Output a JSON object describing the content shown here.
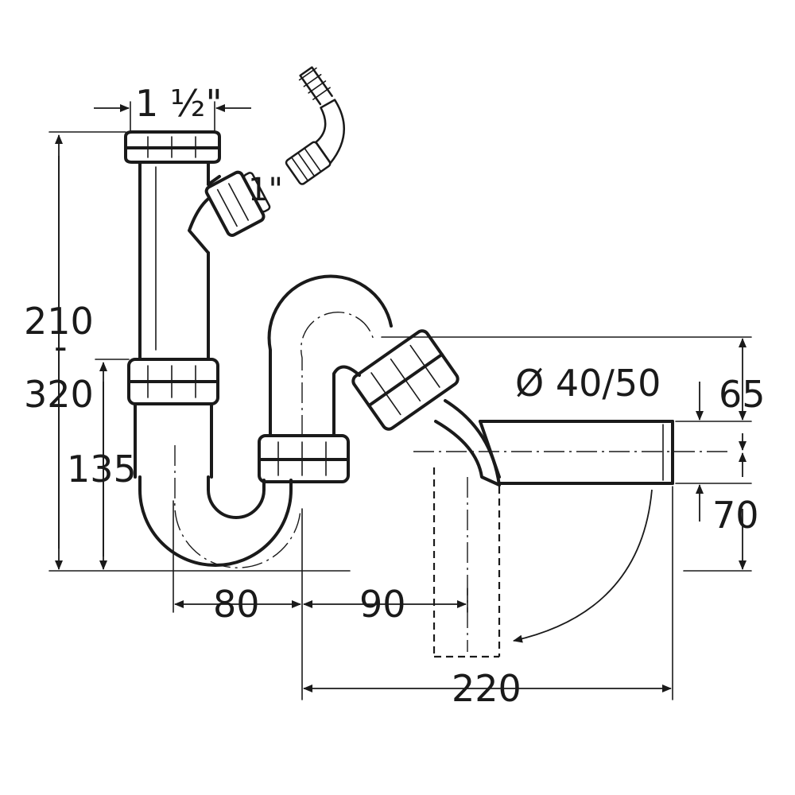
{
  "labels": {
    "inlet_size": "1 ½\"",
    "side_inlet_size": "1\"",
    "height_upper": "210",
    "height_sep": "-",
    "height_lower": "320",
    "height_135": "135",
    "diameter": "Ø 40/50",
    "dim_65": "65",
    "dim_70": "70",
    "dim_80": "80",
    "dim_90": "90",
    "dim_220": "220"
  }
}
